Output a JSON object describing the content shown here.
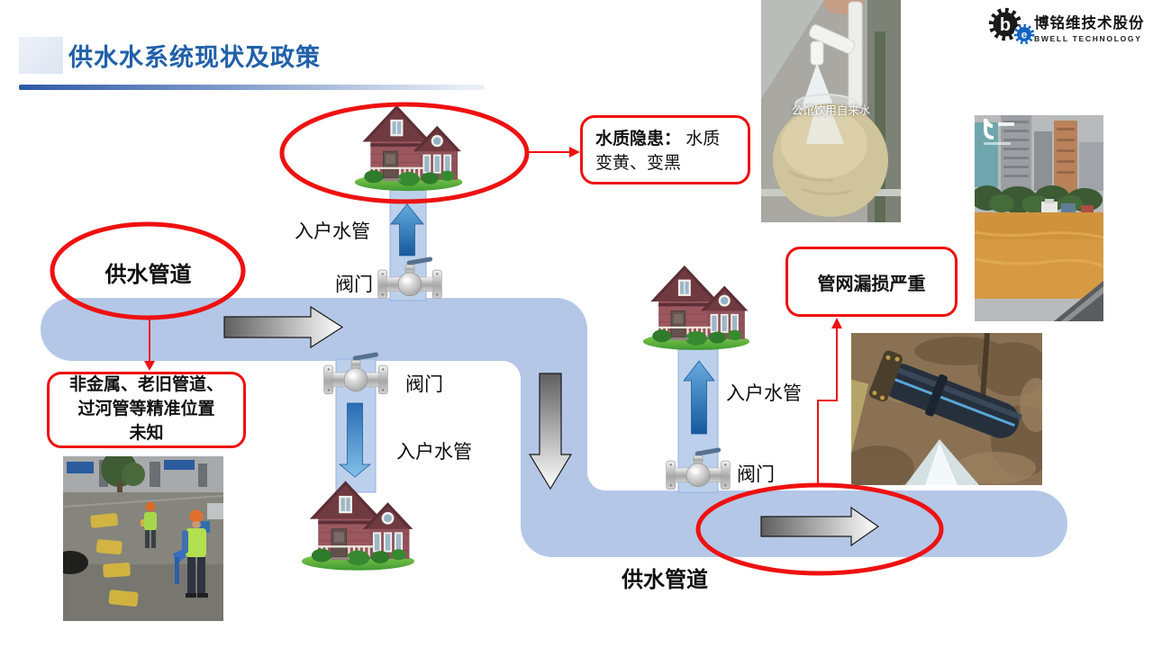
{
  "header": {
    "title": "供水水系统现状及政策",
    "logo": {
      "monogram_main": "b",
      "monogram_sub": "e",
      "company_cn": "博铭维技术股份",
      "company_en": "BWELL TECHNOLOGY"
    }
  },
  "colors": {
    "title_blue": "#2060A9",
    "pipe_blue": "#B4C7E7",
    "highlight_red": "#EE1111",
    "flood_water_orange": "#D79A43"
  },
  "diagram": {
    "supply_pipe_label_left": "供水管道",
    "supply_pipe_label_bottom": "供水管道",
    "service_pipe_label": "入户水管",
    "valve_label": "阀门",
    "callout_water_quality": {
      "title": "水质隐患：",
      "rest1": " 水质",
      "rest2": "变黄、变黑"
    },
    "callout_leakage": "管网漏损严重",
    "callout_unknown_lines": [
      "非金属、老旧管道、",
      "过河管等精准位置",
      "未知"
    ]
  },
  "photos": {
    "tap_water_jar_caption": "公馆饮用自来水"
  }
}
